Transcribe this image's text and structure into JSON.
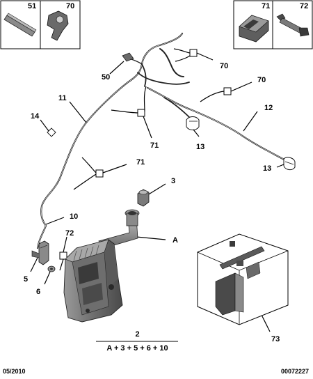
{
  "references": {
    "r51": "51",
    "r70_box": "70",
    "r71_box": "71",
    "r72_box": "72",
    "r70_a": "70",
    "r50": "50",
    "r70_b": "70",
    "r11": "11",
    "r12": "12",
    "r14": "14",
    "r71_a": "71",
    "r13_a": "13",
    "r71_b": "71",
    "r13_b": "13",
    "r3": "3",
    "r10": "10",
    "rA": "A",
    "r72": "72",
    "r5": "5",
    "r6": "6",
    "r73": "73"
  },
  "formula": {
    "number": "2",
    "expression": "A + 3 + 5 + 6 + 10"
  },
  "footer": {
    "date": "05/2010",
    "code": "00072227"
  },
  "colors": {
    "line": "#000000",
    "part_fill": "#7a7a7a",
    "part_dark": "#3c3c3c",
    "part_light": "#c8c8c8"
  }
}
